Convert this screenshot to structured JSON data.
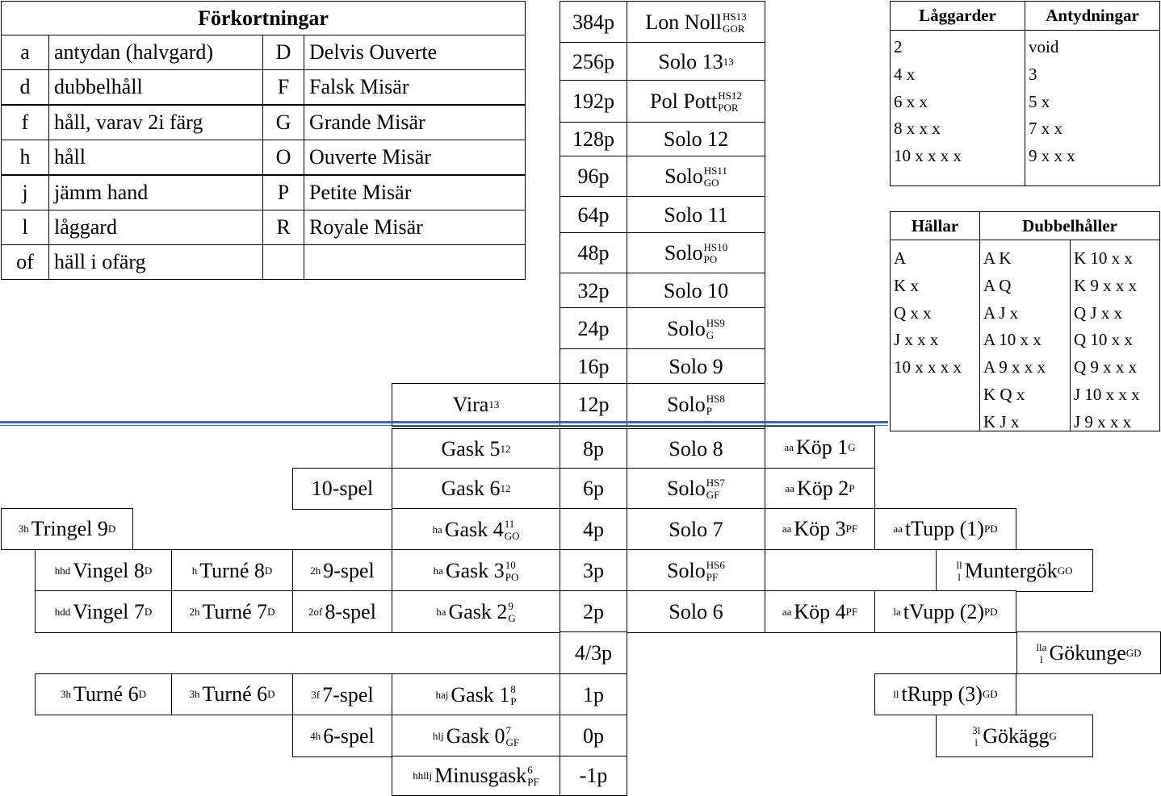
{
  "abbreviations": {
    "title": "Förkortningar",
    "rows": [
      {
        "code": "a",
        "text": "antydan (halvgard)",
        "code2": "D",
        "text2": "Delvis Ouverte"
      },
      {
        "code": "d",
        "text": "dubbelhåll",
        "code2": "F",
        "text2": "Falsk Misär"
      },
      {
        "code": "f",
        "text": "håll, varav 2i färg",
        "code2": "G",
        "text2": "Grande Misär"
      },
      {
        "code": "h",
        "text": "håll",
        "code2": "O",
        "text2": "Ouverte Misär"
      },
      {
        "code": "j",
        "text": "jämm hand",
        "code2": "P",
        "text2": "Petite Misär"
      },
      {
        "code": "l",
        "text": "låggard",
        "code2": "R",
        "text2": "Royale Misär"
      },
      {
        "code": "of",
        "text": "häll i ofärg",
        "code2": "",
        "text2": ""
      }
    ]
  },
  "laggarder": {
    "headers": [
      "Låggarder",
      "Antydningar"
    ],
    "col1": [
      "2",
      "4 x",
      "6 x x",
      "8 x x x",
      "10 x x x x"
    ],
    "col2": [
      "void",
      "3",
      "5 x",
      "7 x x",
      "9 x x x"
    ]
  },
  "hallar": {
    "headers": [
      "Hällar",
      "Dubbelhåller"
    ],
    "col1": [
      "A",
      "K x",
      "Q x x",
      "J x x x",
      "10 x x x x"
    ],
    "col2": [
      "A K",
      "A Q",
      "A J x",
      "A 10 x x",
      "A 9 x x x",
      "K Q x",
      "K J x"
    ],
    "col3": [
      "K 10 x x",
      "K 9 x x x",
      "Q J x x",
      "Q 10 x x",
      "Q 9 x x x",
      "J 10 x x x",
      "J 9 x x x"
    ]
  },
  "points": [
    "384p",
    "256p",
    "192p",
    "128p",
    "96p",
    "64p",
    "48p",
    "32p",
    "24p",
    "16p",
    "12p",
    "8p",
    "6p",
    "4p",
    "3p",
    "2p",
    "4/3p",
    "1p",
    "0p",
    "-1p"
  ],
  "solo": {
    "r384": {
      "main": "Lon Noll",
      "sup": "HS13",
      "sub": "GOR"
    },
    "r256": {
      "main": "Solo 13",
      "sup": "13"
    },
    "r192": {
      "main": "Pol Pott",
      "sup": "HS12",
      "sub": "POR"
    },
    "r128": {
      "main": "Solo 12"
    },
    "r96": {
      "main": "Solo",
      "sup": "HS11",
      "sub": "GO"
    },
    "r64": {
      "main": "Solo 11"
    },
    "r48": {
      "main": "Solo",
      "sup": "HS10",
      "sub": "PO"
    },
    "r32": {
      "main": "Solo 10"
    },
    "r24": {
      "main": "Solo",
      "sup": "HS9",
      "sub": "G"
    },
    "r16": {
      "main": "Solo 9"
    },
    "r12": {
      "main": "Solo",
      "sup": "HS8",
      "sub": "P"
    },
    "r8": {
      "main": "Solo 8"
    },
    "r6": {
      "main": "Solo",
      "sup": "HS7",
      "sub": "GF"
    },
    "r4": {
      "main": "Solo 7"
    },
    "r3": {
      "main": "Solo",
      "sup": "HS6",
      "sub": "PF"
    },
    "r2": {
      "main": "Solo 6"
    }
  },
  "vira": {
    "main": "Vira",
    "sup": "13"
  },
  "gask": {
    "g5": {
      "main": "Gask 5",
      "sup": "12"
    },
    "g6": {
      "main": "Gask 6",
      "sup": "12"
    },
    "g4": {
      "pre": "ha",
      "main": "Gask 4",
      "sup": "11",
      "sub": "GO"
    },
    "g3": {
      "pre": "ha",
      "main": "Gask 3",
      "sup": "10",
      "sub": "PO"
    },
    "g2": {
      "pre": "ha",
      "main": "Gask 2",
      "sup": "9",
      "sub": "G"
    },
    "g1": {
      "pre": "haj",
      "main": "Gask 1",
      "sup": "8",
      "sub": "P"
    },
    "g0": {
      "pre": "hlj",
      "main": "Gask 0",
      "sup": "7",
      "sub": "GF"
    },
    "gm": {
      "pre": "hhllj",
      "main": "Minusgask",
      "sup": "6",
      "sub": "PF"
    }
  },
  "spel": {
    "s10": {
      "main": "10-spel"
    },
    "s9": {
      "pre": "2h",
      "main": "9-spel"
    },
    "s8": {
      "pre": "2of",
      "main": "8-spel"
    },
    "s7": {
      "pre": "3f",
      "main": "7-spel"
    },
    "s6": {
      "pre": "4h",
      "main": "6-spel"
    }
  },
  "left": {
    "tringel": {
      "pre": "3h",
      "main": "Tringel 9",
      "sup": "D"
    },
    "vingel8": {
      "pre": "hhd",
      "main": "Vingel 8",
      "sup": "D"
    },
    "turne8": {
      "pre": "h",
      "main": "Turné 8",
      "sup": "D"
    },
    "vingel7": {
      "pre": "hdd",
      "main": "Vingel 7",
      "sup": "D"
    },
    "turne7": {
      "pre": "2h",
      "main": "Turné 7",
      "sup": "D"
    },
    "turne6a": {
      "pre": "3h",
      "main": "Turné 6",
      "sup": "D"
    },
    "turne6b": {
      "pre": "3h",
      "main": "Turné 6",
      "sup": "D"
    }
  },
  "kop": {
    "k1": {
      "pre": "aa",
      "main": "Köp 1",
      "sub": "G"
    },
    "k2": {
      "pre": "aa",
      "main": "Köp 2",
      "sub": "P"
    },
    "k3": {
      "pre": "aa",
      "main": "Köp 3",
      "sub": "PF"
    },
    "k4": {
      "pre": "aa",
      "main": "Köp 4",
      "sub": "PF"
    }
  },
  "right": {
    "ttupp": {
      "pre": "aa",
      "main": "tTupp (1)",
      "sub": "PD"
    },
    "tvupp": {
      "pre": "la",
      "main": "tVupp (2)",
      "sub": "PD"
    },
    "trupp": {
      "pre": "ll",
      "main": "tRupp (3)",
      "sub": "GD"
    },
    "munter": {
      "pre_top": "ll",
      "pre_bot": "l",
      "main": "Muntergök",
      "sub": "GO"
    },
    "gokunge": {
      "pre_top": "lla",
      "pre_bot": "l",
      "main": "Gökunge",
      "sub": "GD"
    },
    "gokagg": {
      "pre_top": "3l",
      "pre_bot": "l",
      "main": "Gökägg",
      "sub": "G"
    }
  },
  "colors": {
    "divider": "#3d6aa8",
    "border": "#000000"
  }
}
